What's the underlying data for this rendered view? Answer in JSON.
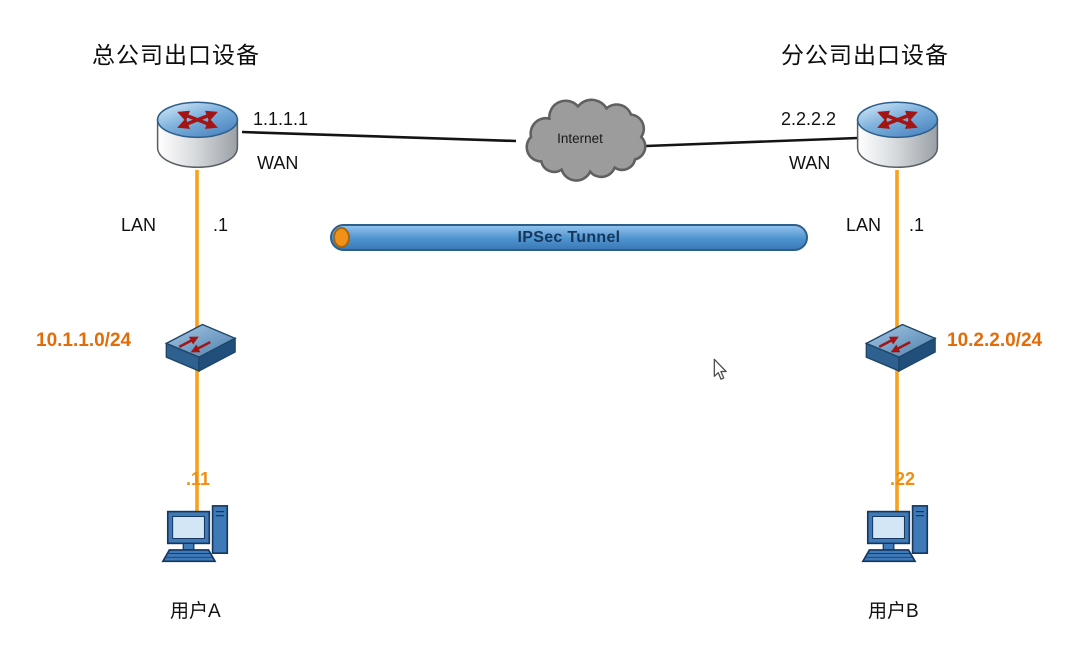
{
  "hq": {
    "title": "总公司出口设备",
    "wan_ip": "1.1.1.1",
    "wan_label": "WAN",
    "lan_label": "LAN",
    "lan_if": ".1",
    "subnet": "10.1.1.0/24",
    "host_ip": ".11",
    "user": "用户A"
  },
  "branch": {
    "title": "分公司出口设备",
    "wan_ip": "2.2.2.2",
    "wan_label": "WAN",
    "lan_label": "LAN",
    "lan_if": ".1",
    "subnet": "10.2.2.0/24",
    "host_ip": ".22",
    "user": "用户B"
  },
  "internet_label": "Internet",
  "tunnel_label": "IPSec Tunnel",
  "colors": {
    "link_orange": "#F6A21D",
    "link_black": "#141414",
    "tunnel_blue": "#4E94D0",
    "tunnel_border": "#2E5F8A",
    "tunnel_cap_orange": "#F09218",
    "tunnel_text": "#16365C",
    "subnet_text_orange": "#E36C09",
    "cloud_gray": "#9C9C9C",
    "device_blue": "#3F7AB8",
    "arrow_red": "#A31515"
  }
}
